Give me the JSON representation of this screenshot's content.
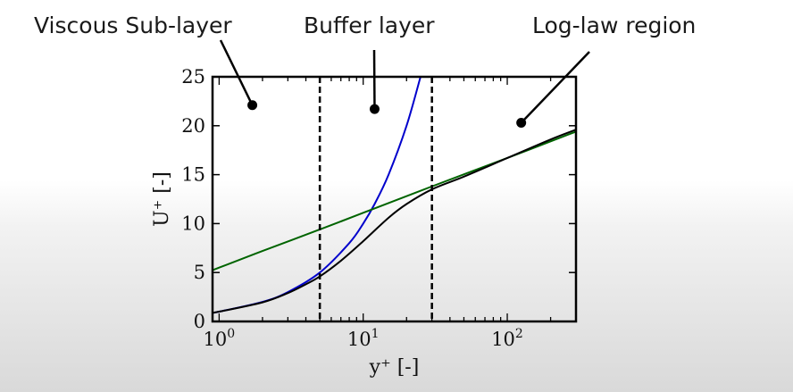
{
  "annotations": {
    "viscous": "Viscous Sub-layer",
    "buffer": "Buffer layer",
    "loglaw": "Log-law region"
  },
  "chart_data": {
    "type": "line",
    "xscale": "log",
    "xlim": [
      0.9,
      300
    ],
    "ylim": [
      0,
      25
    ],
    "xlabel": "y⁺ [-]",
    "ylabel": "U⁺ [-]",
    "xticks": [
      {
        "value": 1,
        "base": "10",
        "exp": "0"
      },
      {
        "value": 10,
        "base": "10",
        "exp": "1"
      },
      {
        "value": 100,
        "base": "10",
        "exp": "2"
      }
    ],
    "yticks": [
      0,
      5,
      10,
      15,
      20,
      25
    ],
    "vlines": [
      5,
      30
    ],
    "grid": false,
    "legend": "none",
    "series": [
      {
        "color": "#0000cc",
        "x": [
          0.9,
          1,
          2,
          3,
          5,
          8,
          10,
          12,
          15,
          20,
          25
        ],
        "y": [
          0.9,
          1,
          2,
          3,
          5,
          8,
          10,
          12,
          15,
          20,
          25
        ]
      },
      {
        "color": "#006400",
        "x": [
          0.9,
          1,
          2,
          5,
          10,
          30,
          100,
          300
        ],
        "y": [
          5.24,
          5.5,
          7.2,
          9.4,
          11.1,
          13.8,
          16.7,
          19.4
        ]
      },
      {
        "color": "#000000",
        "x": [
          0.9,
          1,
          2,
          3,
          4,
          5,
          7,
          10,
          15,
          20,
          30,
          50,
          100,
          200,
          300
        ],
        "y": [
          0.9,
          1.0,
          1.95,
          2.9,
          3.8,
          4.6,
          6.2,
          8.2,
          10.6,
          12.0,
          13.5,
          14.8,
          16.7,
          18.6,
          19.6
        ]
      }
    ],
    "markers": [
      {
        "x": 1.7,
        "y": 22.1
      },
      {
        "x": 12,
        "y": 21.7
      },
      {
        "x": 125,
        "y": 20.3
      }
    ]
  }
}
